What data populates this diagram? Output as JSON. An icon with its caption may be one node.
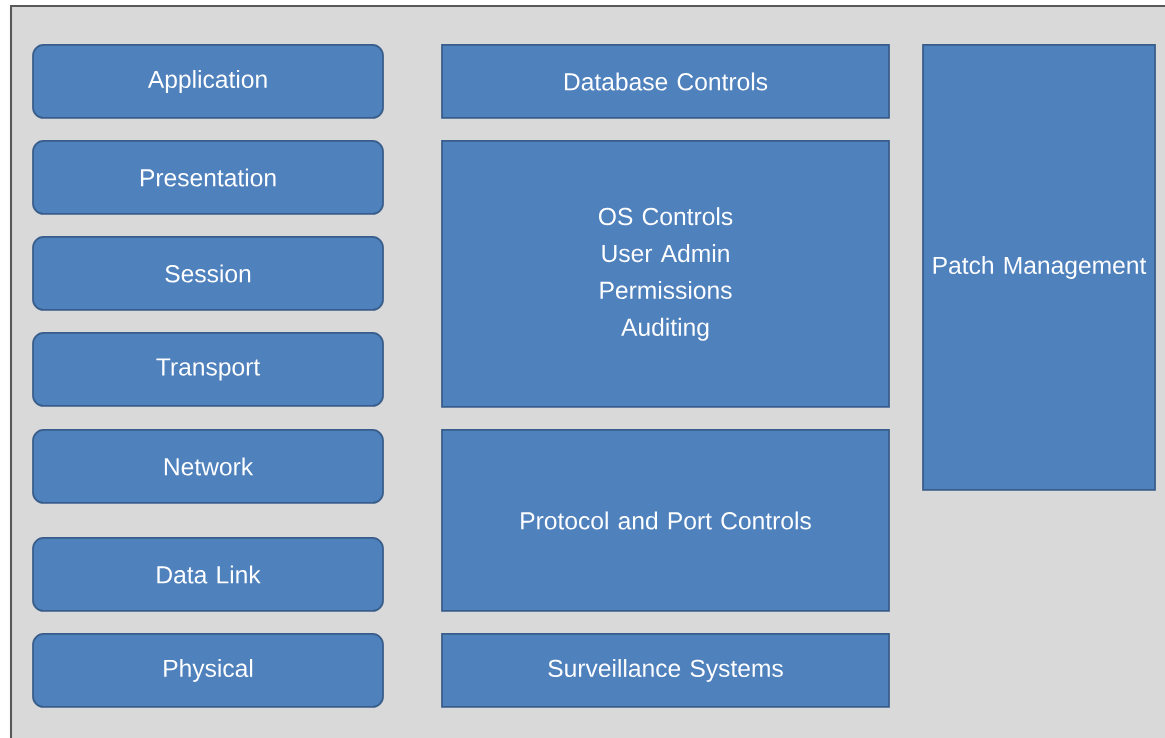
{
  "diagram": {
    "nodes": [
      {
        "text": [
          "Application"
        ]
      },
      {
        "text": [
          "Presentation"
        ]
      },
      {
        "text": [
          "Session"
        ]
      },
      {
        "text": [
          "Transport"
        ]
      },
      {
        "text": [
          "Network"
        ]
      },
      {
        "text": [
          "Data Link"
        ]
      },
      {
        "text": [
          "Physical"
        ]
      },
      {
        "text": [
          "Database Controls"
        ]
      },
      {
        "text": [
          "OS Controls",
          "User Admin",
          "Permissions",
          "Auditing"
        ]
      },
      {
        "text": [
          "Protocol and Port Controls"
        ]
      },
      {
        "text": [
          "Surveillance Systems"
        ]
      },
      {
        "text": [
          "Patch Management"
        ]
      }
    ]
  }
}
